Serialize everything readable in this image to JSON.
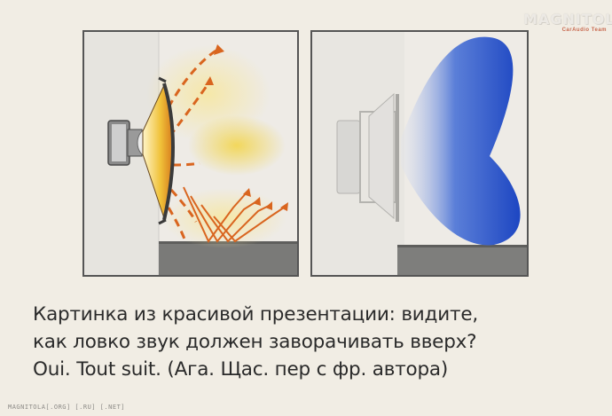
{
  "watermark": {
    "logo_text": "MAGNITOLA",
    "logo_accent": "",
    "logo_subtitle": "CarAudio Team",
    "footer": "MAGNITOLA[.ORG] [.RU] [.NET]"
  },
  "caption": {
    "line1": "Картинка из красивой презентации: видите,",
    "line2": "как ловко звук должен заворачивать вверх?",
    "line3": "Oui. Tout suit. (Ага. Щас. пер с фр. автора)"
  },
  "colors": {
    "page_background": "#f1ede4",
    "panel_background": "#eeebe6",
    "floor": "#7a7a78",
    "arrow_orange": "#d9651f",
    "sound_yellow": "#f3c93e",
    "sound_blue": "#1f4fc9",
    "caption_text": "#2a2a2a"
  }
}
